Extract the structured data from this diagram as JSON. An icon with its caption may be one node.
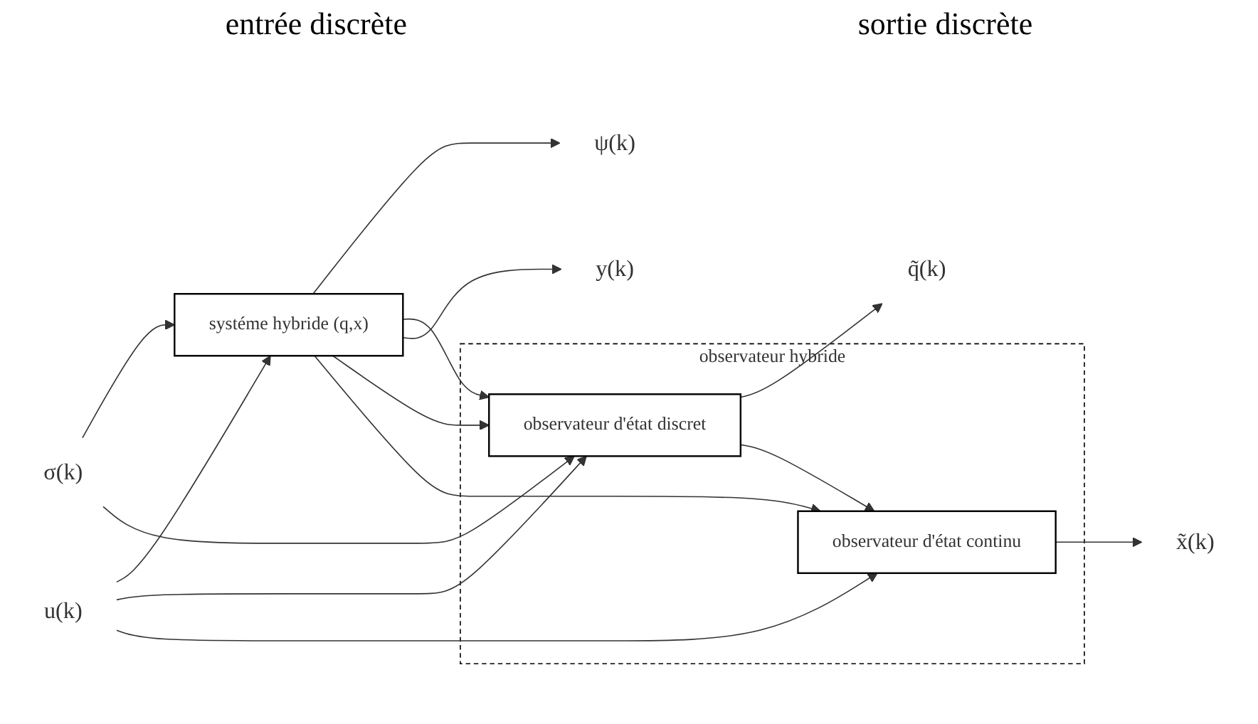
{
  "diagram": {
    "nodes": [
      {
        "text": [
          "σ(k)"
        ]
      },
      {
        "text": [
          "u(k)"
        ]
      },
      {
        "text": [
          "systéme hybride (q,x)"
        ]
      },
      {
        "text": [
          "ψ(k)"
        ]
      },
      {
        "text": [
          "y(k)"
        ]
      },
      {
        "text": [
          "observateur hybride"
        ]
      },
      {
        "text": [
          "observateur d'état discret"
        ],
        "in": 5
      },
      {
        "text": [
          "observateur d'état continu"
        ],
        "in": 5
      },
      {
        "text": [
          "q̃(k)"
        ]
      },
      {
        "text": [
          "x̃(k)"
        ]
      }
    ],
    "edges": [
      {
        "from": 0,
        "to": 2,
        "arrow": "to"
      },
      {
        "from": 0,
        "to": 6,
        "arrow": "to"
      },
      {
        "from": 1,
        "to": 2,
        "arrow": "to"
      },
      {
        "from": 1,
        "to": 6,
        "arrow": "to"
      },
      {
        "from": 1,
        "to": 7,
        "arrow": "to"
      },
      {
        "from": 2,
        "to": 3,
        "arrow": "to"
      },
      {
        "from": 2,
        "to": 6,
        "arrow": "to"
      },
      {
        "from": 2,
        "to": 4,
        "arrow": "to"
      },
      {
        "from": 2,
        "to": 6,
        "arrow": "to"
      },
      {
        "from": 2,
        "to": 7,
        "arrow": "to"
      },
      {
        "from": 6,
        "to": 8,
        "arrow": "to"
      },
      {
        "from": 6,
        "to": 7,
        "arrow": "to"
      },
      {
        "from": 7,
        "to": 9,
        "arrow": "to"
      }
    ],
    "labels": [
      "entrée discrète",
      "sortie discrète"
    ]
  }
}
